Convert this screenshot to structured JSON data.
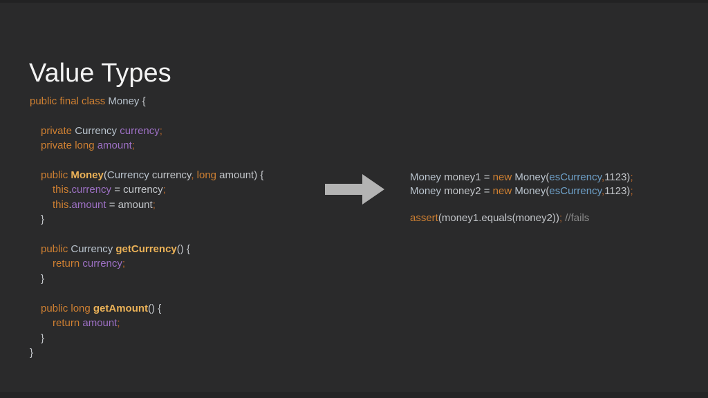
{
  "slide": {
    "title": "Value Types",
    "colors": {
      "background": "#2a2a2b",
      "title": "#f3f3f3",
      "keyword": "#cf8032",
      "method": "#eab157",
      "type": "#b9c3cd",
      "field": "#9d70c4",
      "plain": "#c3c6ca",
      "punct": "#b4652a",
      "enum": "#6ea0c8",
      "comment": "#8c8c8c",
      "arrow": "#b3b3b3"
    },
    "left_code": {
      "lines": [
        {
          "indent": 0,
          "tokens": [
            {
              "t": "public final class ",
              "c": "keyword"
            },
            {
              "t": "Money",
              "c": "type"
            },
            {
              "t": " {",
              "c": "plain"
            }
          ]
        },
        {
          "indent": 0,
          "tokens": []
        },
        {
          "indent": 1,
          "tokens": [
            {
              "t": "private ",
              "c": "keyword"
            },
            {
              "t": "Currency ",
              "c": "type"
            },
            {
              "t": "currency",
              "c": "field"
            },
            {
              "t": ";",
              "c": "punct"
            }
          ]
        },
        {
          "indent": 1,
          "tokens": [
            {
              "t": "private long ",
              "c": "keyword"
            },
            {
              "t": "amount",
              "c": "field"
            },
            {
              "t": ";",
              "c": "punct"
            }
          ]
        },
        {
          "indent": 0,
          "tokens": []
        },
        {
          "indent": 1,
          "tokens": [
            {
              "t": "public ",
              "c": "keyword"
            },
            {
              "t": "Money",
              "c": "method"
            },
            {
              "t": "(",
              "c": "plain"
            },
            {
              "t": "Currency ",
              "c": "type"
            },
            {
              "t": "currency",
              "c": "plain"
            },
            {
              "t": ",",
              "c": "punct"
            },
            {
              "t": " ",
              "c": "plain"
            },
            {
              "t": "long",
              "c": "keyword"
            },
            {
              "t": " amount) {",
              "c": "plain"
            }
          ]
        },
        {
          "indent": 2,
          "tokens": [
            {
              "t": "this",
              "c": "keyword"
            },
            {
              "t": ".",
              "c": "plain"
            },
            {
              "t": "currency",
              "c": "field"
            },
            {
              "t": " = currency",
              "c": "plain"
            },
            {
              "t": ";",
              "c": "punct"
            }
          ]
        },
        {
          "indent": 2,
          "tokens": [
            {
              "t": "this",
              "c": "keyword"
            },
            {
              "t": ".",
              "c": "plain"
            },
            {
              "t": "amount",
              "c": "field"
            },
            {
              "t": " = amount",
              "c": "plain"
            },
            {
              "t": ";",
              "c": "punct"
            }
          ]
        },
        {
          "indent": 1,
          "tokens": [
            {
              "t": "}",
              "c": "plain"
            }
          ]
        },
        {
          "indent": 0,
          "tokens": []
        },
        {
          "indent": 1,
          "tokens": [
            {
              "t": "public ",
              "c": "keyword"
            },
            {
              "t": "Currency ",
              "c": "type"
            },
            {
              "t": "getCurrency",
              "c": "method"
            },
            {
              "t": "() {",
              "c": "plain"
            }
          ]
        },
        {
          "indent": 2,
          "tokens": [
            {
              "t": "return ",
              "c": "keyword"
            },
            {
              "t": "currency",
              "c": "field"
            },
            {
              "t": ";",
              "c": "punct"
            }
          ]
        },
        {
          "indent": 1,
          "tokens": [
            {
              "t": "}",
              "c": "plain"
            }
          ]
        },
        {
          "indent": 0,
          "tokens": []
        },
        {
          "indent": 1,
          "tokens": [
            {
              "t": "public long ",
              "c": "keyword"
            },
            {
              "t": "getAmount",
              "c": "method"
            },
            {
              "t": "() {",
              "c": "plain"
            }
          ]
        },
        {
          "indent": 2,
          "tokens": [
            {
              "t": "return ",
              "c": "keyword"
            },
            {
              "t": "amount",
              "c": "field"
            },
            {
              "t": ";",
              "c": "punct"
            }
          ]
        },
        {
          "indent": 1,
          "tokens": [
            {
              "t": "}",
              "c": "plain"
            }
          ]
        },
        {
          "indent": 0,
          "tokens": [
            {
              "t": "}",
              "c": "plain"
            }
          ]
        }
      ]
    },
    "right_code": {
      "lines": [
        {
          "indent": 0,
          "tokens": [
            {
              "t": "Money ",
              "c": "type"
            },
            {
              "t": "money1 = ",
              "c": "plain"
            },
            {
              "t": "new",
              "c": "keyword"
            },
            {
              "t": " ",
              "c": "plain"
            },
            {
              "t": "Money",
              "c": "type"
            },
            {
              "t": "(",
              "c": "plain"
            },
            {
              "t": "esCurrency",
              "c": "enum"
            },
            {
              "t": ",",
              "c": "punct"
            },
            {
              "t": "1123)",
              "c": "plain"
            },
            {
              "t": ";",
              "c": "punct"
            }
          ]
        },
        {
          "indent": 0,
          "tokens": [
            {
              "t": "Money ",
              "c": "type"
            },
            {
              "t": "money2 = ",
              "c": "plain"
            },
            {
              "t": "new",
              "c": "keyword"
            },
            {
              "t": " ",
              "c": "plain"
            },
            {
              "t": "Money",
              "c": "type"
            },
            {
              "t": "(",
              "c": "plain"
            },
            {
              "t": "esCurrency",
              "c": "enum"
            },
            {
              "t": ",",
              "c": "punct"
            },
            {
              "t": "1123)",
              "c": "plain"
            },
            {
              "t": ";",
              "c": "punct"
            }
          ]
        },
        {
          "indent": 0,
          "tokens": []
        },
        {
          "indent": 0,
          "tokens": [
            {
              "t": "assert",
              "c": "keyword"
            },
            {
              "t": "(money1.equals(money2))",
              "c": "plain"
            },
            {
              "t": ";",
              "c": "punct"
            },
            {
              "t": " ",
              "c": "plain"
            },
            {
              "t": "//fails",
              "c": "comment"
            }
          ]
        }
      ]
    }
  }
}
